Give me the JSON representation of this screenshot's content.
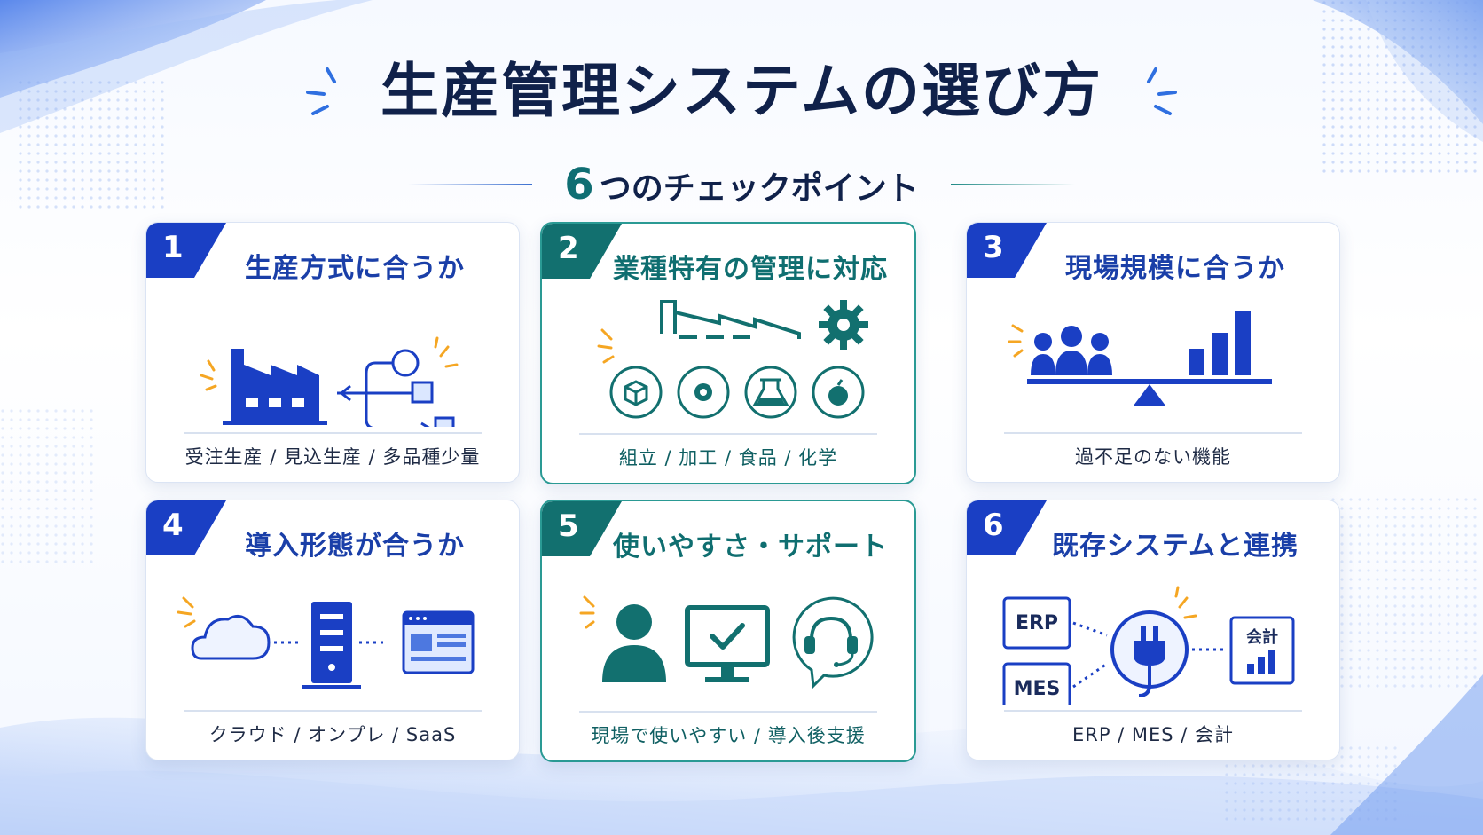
{
  "title": "生産管理システムの選び方",
  "subtitle": {
    "number": "6",
    "text": "つのチェックポイント"
  },
  "colors": {
    "navy": "#10214a",
    "blue": "#1a3fc4",
    "teal": "#12706f",
    "accent": "#f5a623"
  },
  "cards": [
    {
      "num": "1",
      "title": "生産方式に合うか",
      "footer": "受注生産 / 見込生産 / 多品種少量",
      "icons": [
        "factory-icon",
        "flow-diagram-icon"
      ]
    },
    {
      "num": "2",
      "title": "業種特有の管理に対応",
      "footer": "組立 / 加工 / 食品 / 化学",
      "icons": [
        "factory-outline-icon",
        "gear-icon",
        "box-icon",
        "cog-icon",
        "flask-icon",
        "apple-icon"
      ]
    },
    {
      "num": "3",
      "title": "現場規模に合うか",
      "footer": "過不足のない機能",
      "icons": [
        "people-group-icon",
        "bar-chart-icon",
        "balance-scale-icon"
      ]
    },
    {
      "num": "4",
      "title": "導入形態が合うか",
      "footer": "クラウド / オンプレ / SaaS",
      "icons": [
        "cloud-icon",
        "server-icon",
        "browser-window-icon"
      ]
    },
    {
      "num": "5",
      "title": "使いやすさ・サポート",
      "footer": "現場で使いやすい / 導入後支援",
      "icons": [
        "user-icon",
        "monitor-check-icon",
        "headset-icon"
      ]
    },
    {
      "num": "6",
      "title": "既存システムと連携",
      "footer": "ERP / MES / 会計",
      "icons": [
        "plug-icon"
      ],
      "labels": {
        "erp": "ERP",
        "mes": "MES",
        "kaikei": "会計"
      }
    }
  ]
}
